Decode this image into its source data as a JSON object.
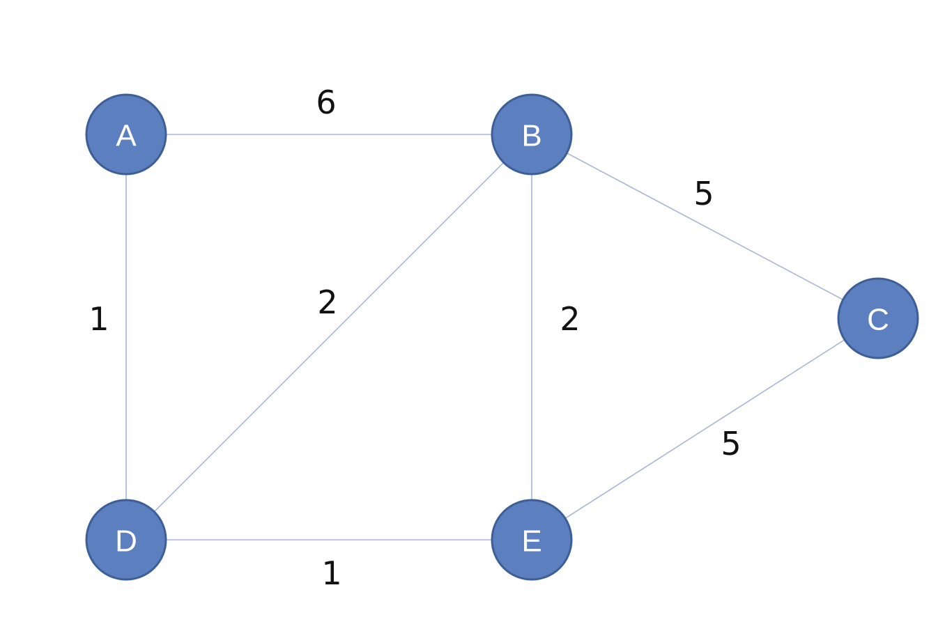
{
  "graph": {
    "nodes": [
      {
        "id": "A",
        "label": "A"
      },
      {
        "id": "B",
        "label": "B"
      },
      {
        "id": "C",
        "label": "C"
      },
      {
        "id": "D",
        "label": "D"
      },
      {
        "id": "E",
        "label": "E"
      }
    ],
    "edges": [
      {
        "from": "A",
        "to": "B",
        "weight": "6"
      },
      {
        "from": "A",
        "to": "D",
        "weight": "1"
      },
      {
        "from": "B",
        "to": "D",
        "weight": "2"
      },
      {
        "from": "B",
        "to": "E",
        "weight": "2"
      },
      {
        "from": "B",
        "to": "C",
        "weight": "5"
      },
      {
        "from": "E",
        "to": "C",
        "weight": "5"
      },
      {
        "from": "D",
        "to": "E",
        "weight": "1"
      }
    ]
  },
  "colors": {
    "node_fill": "#5b7fbf",
    "node_stroke": "#3d5e96",
    "edge": "#a9b6d8",
    "node_text": "#ffffff",
    "weight_text": "#111111"
  }
}
